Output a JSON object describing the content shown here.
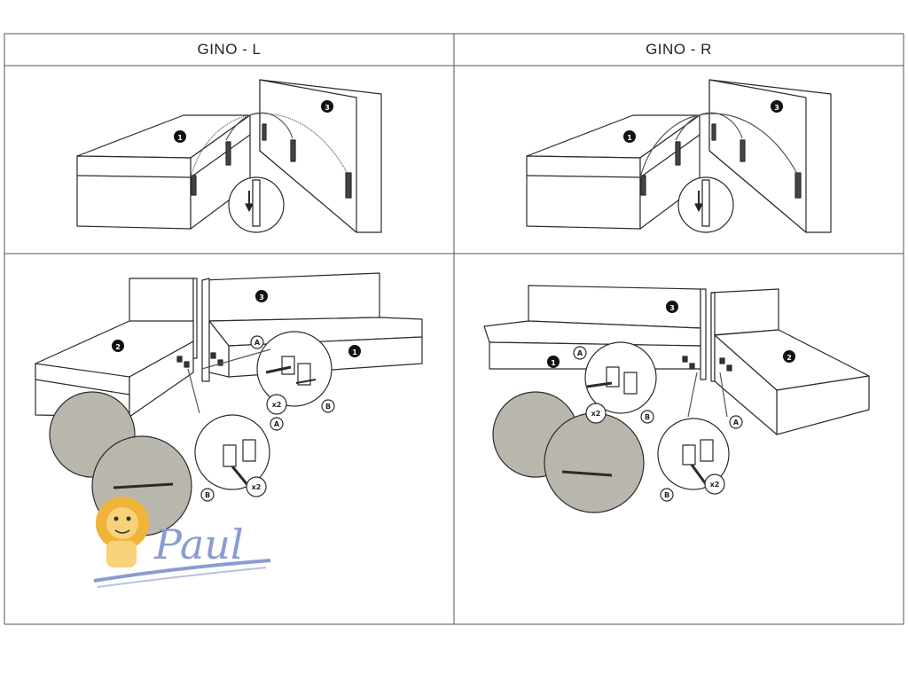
{
  "header": {
    "left_title": "GINO - L",
    "right_title": "GINO - R"
  },
  "labels": {
    "step1": "1",
    "step2": "2",
    "step3": "3",
    "callout_a": "A",
    "callout_b": "B",
    "multiplier": "x2"
  },
  "logo": {
    "text": "Paul",
    "color": "#8a9ccf",
    "lion_color": "#f0b43a"
  },
  "colors": {
    "line": "#2b2b2b",
    "wall": "#b9b7ad",
    "frame": "#555555"
  },
  "icons": {
    "arrow": "down-arrow-icon",
    "screw": "screw-icon",
    "hand": "hand-icon"
  }
}
